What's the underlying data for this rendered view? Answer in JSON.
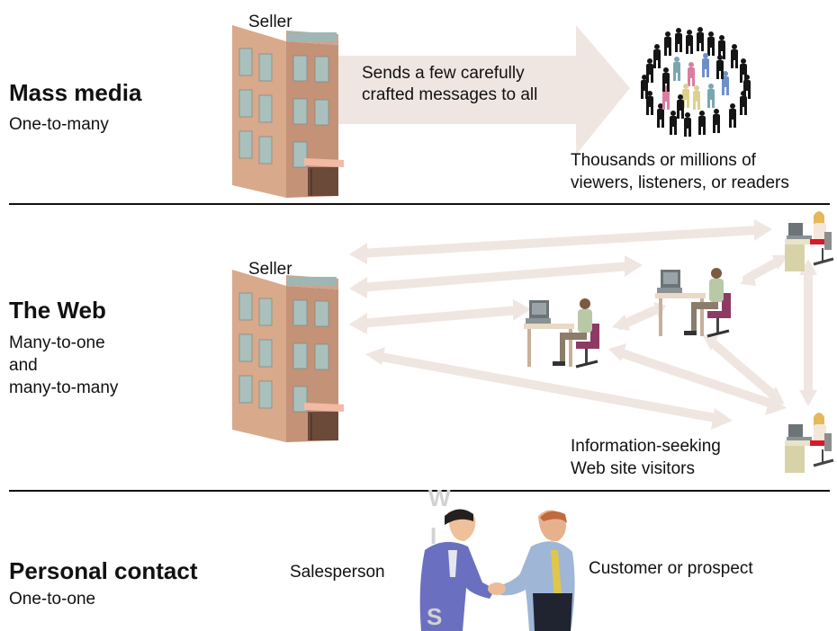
{
  "sections": {
    "mass_media": {
      "title": "Mass media",
      "subtitle": "One-to-many",
      "seller_label": "Seller",
      "arrow_text_line1": "Sends a few carefully",
      "arrow_text_line2": "crafted messages to all",
      "audience_line1": "Thousands or millions of",
      "audience_line2": "viewers, listeners, or readers"
    },
    "web": {
      "title": "The Web",
      "subtitle_line1": "Many-to-one",
      "subtitle_line2": "and",
      "subtitle_line3": "many-to-many",
      "seller_label": "Seller",
      "visitors_line1": "Information-seeking",
      "visitors_line2": "Web site visitors"
    },
    "personal": {
      "title": "Personal contact",
      "subtitle": "One-to-one",
      "salesperson_label": "Salesperson",
      "customer_label": "Customer or prospect"
    }
  },
  "watermark": {
    "letters": [
      "W",
      "I",
      "S"
    ]
  },
  "colors": {
    "arrow": "#f0e6e1",
    "building": "#d9a98b",
    "building_dark": "#b8846a",
    "window": "#a9c0bd",
    "divider": "#111111"
  }
}
